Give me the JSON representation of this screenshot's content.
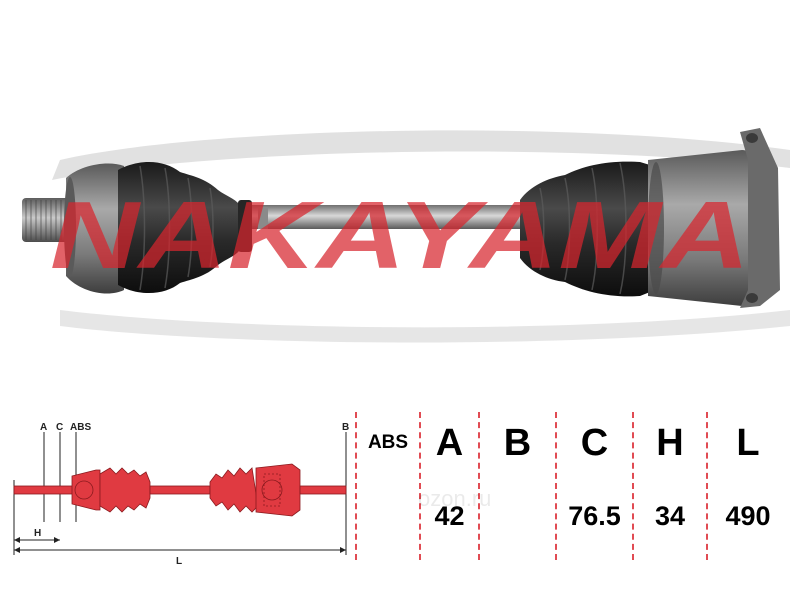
{
  "brand": {
    "watermark_text": "NAKAYAMA",
    "watermark_color": "#d7262e",
    "corner_watermark": "ozon.ru"
  },
  "product": {
    "type_icon": "cv-axle-drive-shaft-icon"
  },
  "diagram": {
    "labels": {
      "a": "A",
      "c": "C",
      "abs": "ABS",
      "b": "B",
      "h": "H",
      "l": "L"
    },
    "accent_color": "#e03a41"
  },
  "specs": {
    "headers": [
      "ABS",
      "A",
      "B",
      "C",
      "H",
      "L"
    ],
    "values": [
      "",
      "42",
      "",
      "76.5",
      "34",
      "490"
    ]
  },
  "colors": {
    "table_divider": "#e14b53",
    "text": "#000000"
  }
}
